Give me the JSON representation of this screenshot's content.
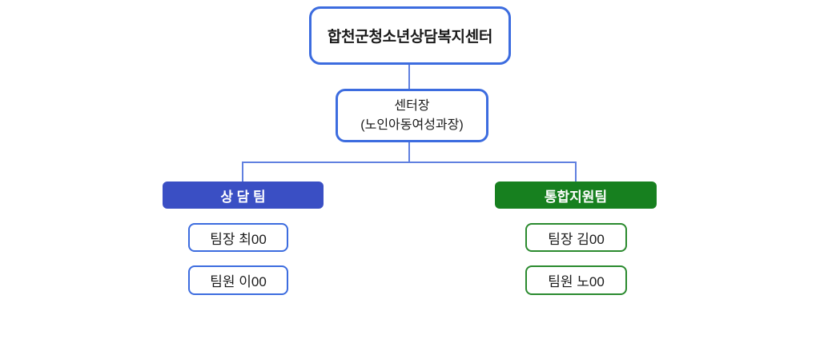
{
  "chart": {
    "title_box": {
      "label": "합천군청소년상담복지센터"
    },
    "director_box": {
      "line1": "센터장",
      "line2": "(노인아동여성과장)"
    },
    "teams": [
      {
        "name": "상 담 팀",
        "fill_color": "#3a4fc4",
        "border_color": "#3c6cdf",
        "members": [
          {
            "label": "팀장 최00"
          },
          {
            "label": "팀원 이00"
          }
        ]
      },
      {
        "name": "통합지원팀",
        "fill_color": "#17801f",
        "border_color": "#2a8a2e",
        "members": [
          {
            "label": "팀장 김00"
          },
          {
            "label": "팀원 노00"
          }
        ]
      }
    ]
  },
  "colors": {
    "box_border_blue": "#3c6cdf",
    "connector_blue": "#6080e0",
    "team_blue_fill": "#3a4fc4",
    "team_green_fill": "#17801f",
    "member_green_border": "#2a8a2e",
    "background": "#ffffff",
    "text": "#1a1a1a"
  }
}
